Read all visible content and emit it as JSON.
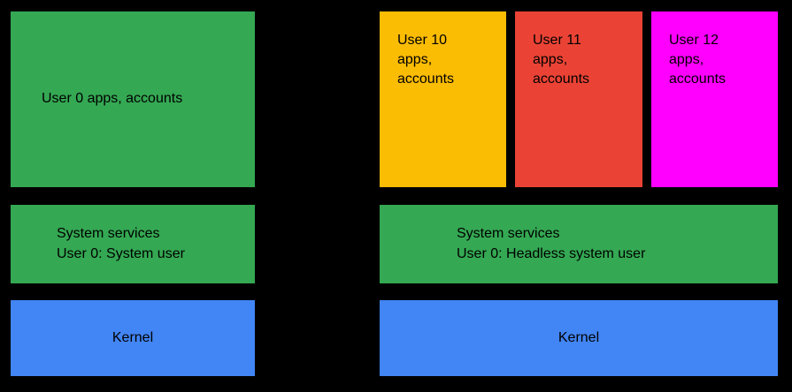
{
  "diagram": {
    "background_color": "#000000",
    "text_color": "#000000",
    "colors": {
      "green": "#34A853",
      "blue": "#4285F4",
      "yellow": "#FBBC04",
      "red": "#EA4335",
      "magenta": "#FF00FF"
    },
    "left_device": {
      "apps_box": {
        "label": "User 0 apps, accounts",
        "color": "#34A853"
      },
      "services_box": {
        "line1": "System services",
        "line2": "User 0: System user",
        "color": "#34A853"
      },
      "kernel_box": {
        "label": "Kernel",
        "color": "#4285F4"
      }
    },
    "right_device": {
      "user_boxes": [
        {
          "label": "User 10 apps, accounts",
          "color": "#FBBC04"
        },
        {
          "label": "User 11 apps, accounts",
          "color": "#EA4335"
        },
        {
          "label": "User 12 apps, accounts",
          "color": "#FF00FF"
        }
      ],
      "services_box": {
        "line1": "System services",
        "line2": "User 0: Headless system user",
        "color": "#34A853"
      },
      "kernel_box": {
        "label": "Kernel",
        "color": "#4285F4"
      }
    }
  }
}
